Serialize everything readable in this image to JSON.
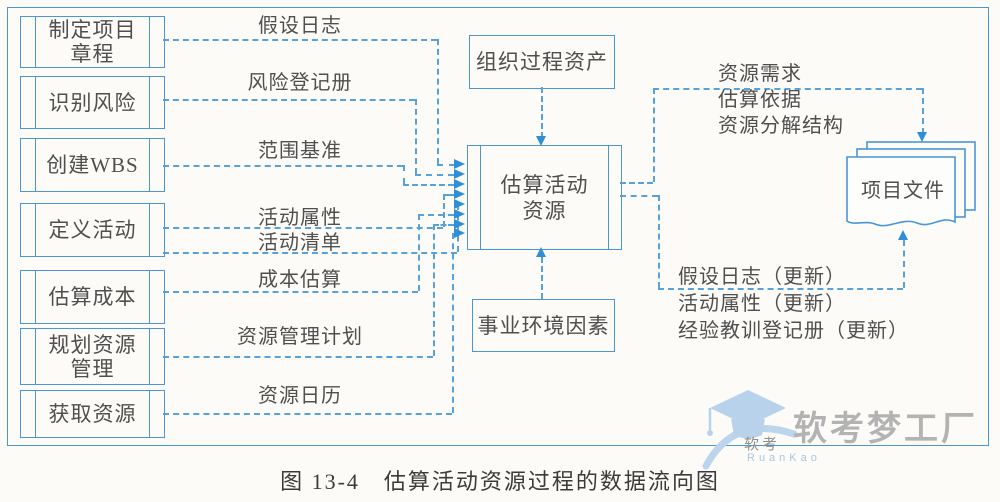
{
  "diagram_title": "图 13-4　估算活动资源过程的数据流向图",
  "process_flows": [
    {
      "process": "制定项目\n章程",
      "artifact": "假设日志"
    },
    {
      "process": "识别风险",
      "artifact": "风险登记册"
    },
    {
      "process": "创建WBS",
      "artifact": "范围基准"
    },
    {
      "process": "定义活动",
      "artifact": "活动属性\n活动清单"
    },
    {
      "process": "估算成本",
      "artifact": "成本估算"
    },
    {
      "process": "规划资源\n管理",
      "artifact": "资源管理计划"
    },
    {
      "process": "获取资源",
      "artifact": "资源日历"
    }
  ],
  "central_process": {
    "name": "估算活动\n资源",
    "input_top": "组织过程资产",
    "input_bottom": "事业环境因素"
  },
  "outputs": {
    "to_documents": "资源需求\n估算依据\n资源分解结构",
    "document_store": "项目文件",
    "updates": "假设日志（更新）\n活动属性（更新）\n经验教训登记册（更新）"
  },
  "watermark": {
    "brand": "软考梦工厂",
    "logo_text": "软考",
    "logo_romanized": "RuanKao"
  },
  "colors": {
    "line_blue": "#4a96d6",
    "arrow_blue": "#2e8fd8",
    "text_gray": "#4f4f4f",
    "watermark_gray": "#b3b3b3",
    "watermark_blue": "#b9d2ec"
  }
}
